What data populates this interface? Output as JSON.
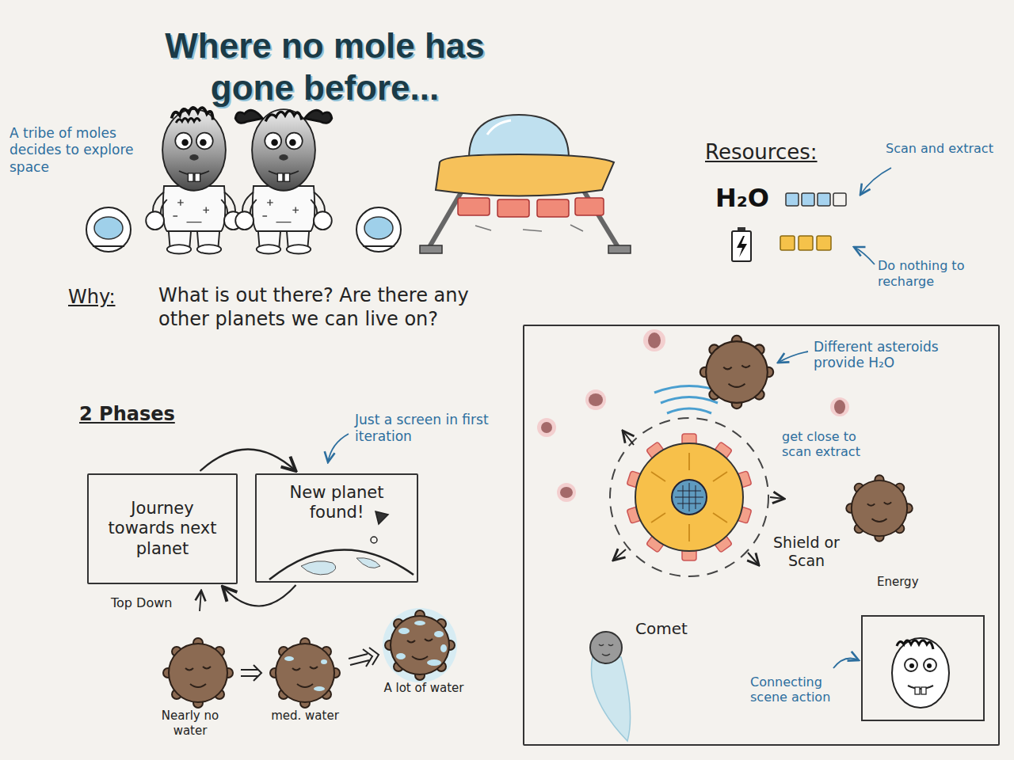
{
  "diagram": {
    "title": "Where no mole has gone before...",
    "nodes": [
      {
        "text": [
          "Journey towards next planet"
        ]
      },
      {
        "text": [
          "New planet found!"
        ]
      },
      {
        "text": [
          "Different asteroids provide H₂O",
          "get close to scan extract",
          "Shield or Scan",
          "Energy",
          "Comet",
          "Connecting scene action"
        ]
      }
    ],
    "edges": [
      {
        "from": 0,
        "to": 1,
        "arrow": "to"
      },
      {
        "from": 1,
        "to": 0,
        "arrow": "to"
      }
    ],
    "labels": [
      "A tribe of moles decides to explore space",
      "Resources:",
      "H₂O",
      "Scan and extract",
      "Do nothing to recharge",
      "Why:",
      "What is out there? Are there any other planets we can live on?",
      "2 Phases",
      "Just a screen in first iteration",
      "Top Down",
      "Nearly no water",
      "med. water",
      "A lot of water"
    ]
  }
}
